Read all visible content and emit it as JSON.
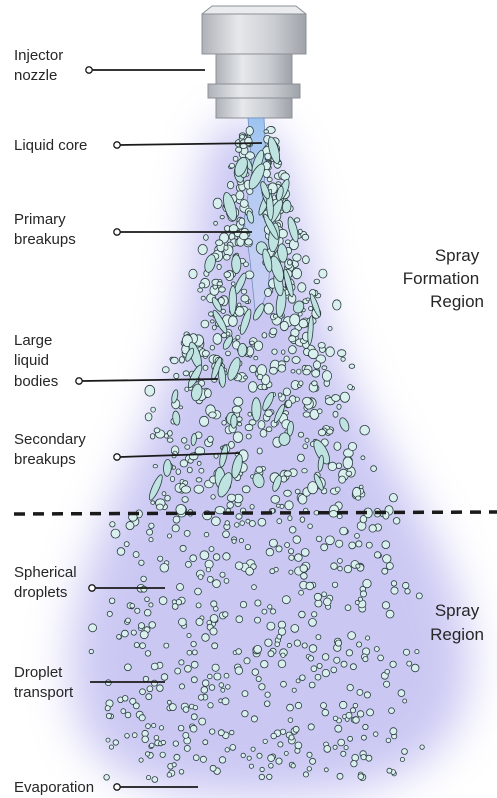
{
  "labels": {
    "injector_nozzle": [
      "Injector",
      "nozzle"
    ],
    "liquid_core": [
      "Liquid core"
    ],
    "primary_breakups": [
      "Primary",
      "breakups"
    ],
    "large_liquid_bodies": [
      "Large",
      "liquid",
      "bodies"
    ],
    "secondary_breakups": [
      "Secondary",
      "breakups"
    ],
    "spherical_droplets": [
      "Spherical",
      "droplets"
    ],
    "droplet_transport": [
      "Droplet",
      "transport"
    ],
    "evaporation": [
      "Evaporation"
    ]
  },
  "regions": {
    "spray_formation": [
      "Spray",
      "Formation",
      "Region"
    ],
    "spray": [
      "Spray",
      "Region"
    ]
  },
  "colors": {
    "glow": "#b9b6ef",
    "droplet_fill": "#d9f0ee",
    "droplet_stroke": "#2b3b3f",
    "core": "#8fb6e8",
    "nozzle_light": "#e3e5e8",
    "nozzle_mid": "#c4c7cc",
    "nozzle_dark": "#9a9ea5",
    "leader": "#1a1a1a",
    "divider": "#1a1a1a"
  }
}
